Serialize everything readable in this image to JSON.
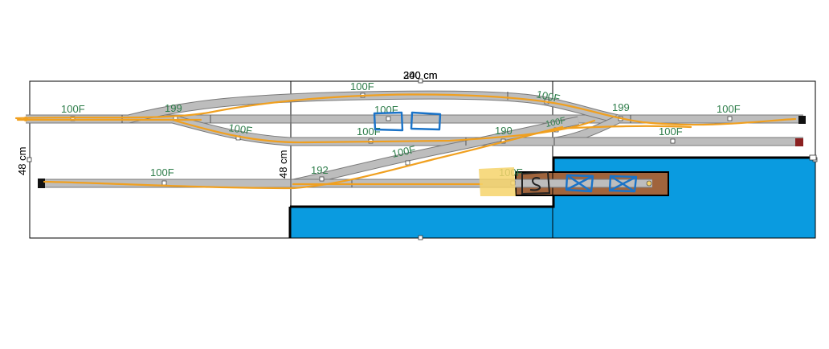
{
  "dimensions": {
    "width_label_a": "240 cm",
    "width_label_b": "300 cm",
    "height_label_left": "48 cm",
    "height_label_mid": "48 cm"
  },
  "track_labels": {
    "top_left_straight": "100F",
    "left_turnout": "199",
    "top_arc": "100F",
    "top_middle": "100F",
    "top_right_curve": "100F",
    "right_turnout": "199",
    "right_straight": "100F",
    "inner_left_curve": "100F",
    "inner_middle": "100F",
    "crossover_190": "190",
    "crossover_upper": "100F",
    "spur_right": "100F",
    "diagonal_upper": "100F",
    "bottom_left_straight": "100F",
    "turnout_192": "192",
    "harbour_spur": "100F"
  },
  "colors": {
    "water": "#0a9be0",
    "pier": "#a0643c",
    "track": "#bdbdbd",
    "marker_orange": "#f0a020",
    "marker_blue": "#1a73c8",
    "highlight_yellow": "#f6d36b",
    "label_green": "#2e7d4a"
  },
  "icons": [
    "buffer-stop-icon",
    "bumper-end-icon",
    "coupler-icon"
  ]
}
